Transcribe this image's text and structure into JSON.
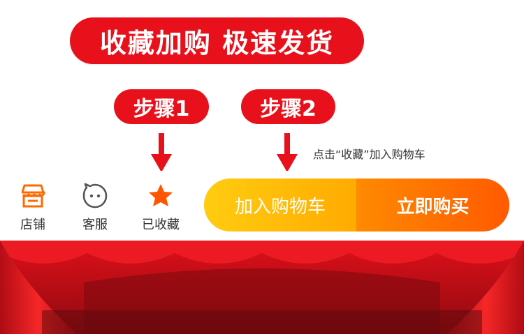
{
  "banner": {
    "text": "收藏加购 极速发货"
  },
  "steps": [
    {
      "label": "步骤1"
    },
    {
      "label": "步骤2"
    }
  ],
  "hint": {
    "text": "点击“收藏”加入购物车"
  },
  "bottom_bar": {
    "store": {
      "label": "店铺",
      "icon": "store-icon"
    },
    "service": {
      "label": "客服",
      "icon": "chat-face-icon"
    },
    "favorite": {
      "label": "已收藏",
      "icon": "star-icon"
    },
    "add_to_cart": {
      "label": "加入购物车"
    },
    "buy_now": {
      "label": "立即购买"
    }
  },
  "colors": {
    "brand_red": "#e8101a",
    "accent_orange": "#ff6a00",
    "cart_yellow": "#ffbb00",
    "curtain_red": "#c8101a"
  }
}
